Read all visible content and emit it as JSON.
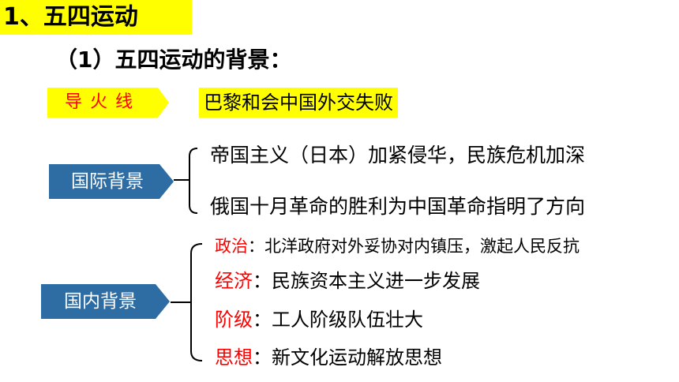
{
  "section_title": "1、五四运动",
  "subtitle": "（1）五四运动的背景：",
  "fuse": {
    "label": "导火线",
    "value": "巴黎和会中国外交失败"
  },
  "international": {
    "label": "国际背景",
    "items": [
      "帝国主义（日本）加紧侵华，民族危机加深",
      "俄国十月革命的胜利为中国革命指明了方向"
    ]
  },
  "domestic": {
    "label": "国内背景",
    "items": [
      {
        "key": "政治",
        "sep": "：",
        "text": "北洋政府对外妥协对内镇压，激起人民反抗"
      },
      {
        "key": "经济",
        "sep": "：",
        "text": "民族资本主义进一步发展"
      },
      {
        "key": "阶级",
        "sep": "：",
        "text": "工人阶级队伍壮大"
      },
      {
        "key": "思想",
        "sep": "：",
        "text": "新文化运动解放思想"
      }
    ]
  },
  "colors": {
    "highlight": "#ffff00",
    "tag_blue": "#2e6da4",
    "key_red": "#ff0000"
  }
}
